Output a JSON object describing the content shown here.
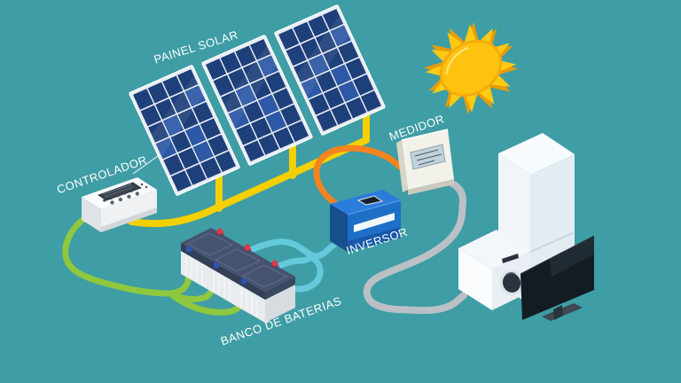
{
  "labels": {
    "solar_panel": "PAINEL SOLAR",
    "controller": "CONTROLADOR",
    "meter": "MEDIDOR",
    "inverter": "INVERSOR",
    "battery_bank": "BANCO DE BATERIAS"
  },
  "colors": {
    "background": "#3E9DA5",
    "wire_pv_yellow": "#F4D000",
    "wire_battery_green": "#8FC73E",
    "wire_inverter_cyan": "#63C9DB",
    "wire_meter_orange": "#F5831F",
    "wire_load_gray": "#BAC0C5",
    "panel_cell_blue": "#1C3E79",
    "panel_cell_light": "#2B57A5",
    "panel_frame": "#E8EDF2",
    "sun_body": "#FFC20E",
    "sun_ray": "#E89C07",
    "inverter_front": "#1E6FC8",
    "inverter_top": "#2B7DDC",
    "inverter_end": "#174E8C",
    "battery_lid": "#46536E",
    "battery_body": "#E9ECEF",
    "terminal_red": "#D93A4E",
    "terminal_blue": "#2F55B0"
  },
  "icons": [
    {
      "name": "sun-icon"
    },
    {
      "name": "solar-panel"
    },
    {
      "name": "controller-device"
    },
    {
      "name": "meter-device"
    },
    {
      "name": "inverter-device"
    },
    {
      "name": "battery"
    },
    {
      "name": "refrigerator-icon"
    },
    {
      "name": "washing-machine-icon"
    },
    {
      "name": "tv-icon"
    }
  ],
  "connections": [
    {
      "from": "solar-panels",
      "to": "controller",
      "wire_color": "#F4D000"
    },
    {
      "from": "controller",
      "to": "battery-bank",
      "wire_color": "#8FC73E"
    },
    {
      "from": "battery-bank",
      "to": "inverter",
      "wire_color": "#63C9DB"
    },
    {
      "from": "inverter",
      "to": "meter",
      "wire_color": "#F5831F"
    },
    {
      "from": "meter",
      "to": "appliances",
      "wire_color": "#BAC0C5"
    }
  ]
}
